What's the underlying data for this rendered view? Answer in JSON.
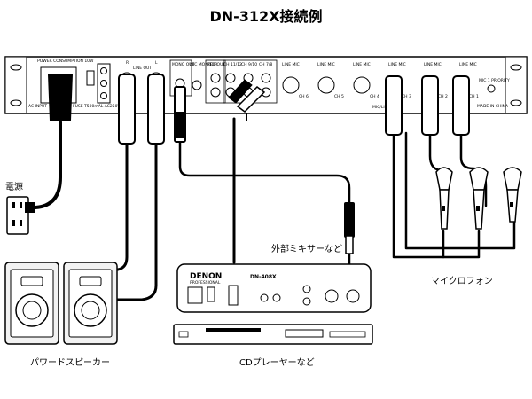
{
  "title": "DN-312X接続例",
  "labels": {
    "power": "電源",
    "external_mixer": "外部ミキサーなど",
    "microphones": "マイクロフォン",
    "powered_speakers": "パワードスピーカー",
    "cd_player": "CDプレーヤーなど"
  },
  "rack_panel": {
    "power_label": "POWER CONSUMPTION 10W",
    "ac_input": "AC INPUT",
    "fuse": "FUSE T500mAL AC250V",
    "line_out": "LINE OUT",
    "line_out_r": "R",
    "line_out_l": "L",
    "mono_out": "MONO OUT",
    "rec_out": "REC OUT",
    "mic_monitor": "MIC MONITOR",
    "ch_pairs": [
      "CH 11/12",
      "CH 9/10",
      "CH 7/8"
    ],
    "line_mic": "LINE  MIC",
    "channels": [
      "CH 6",
      "CH 5",
      "CH 4",
      "CH 3",
      "CH 2",
      "CH 1"
    ],
    "mic_line_in": "MIC/LINE IN",
    "mic1_priority": "MIC 1 PRIORITY",
    "made_in": "MADE IN CHINA"
  },
  "mixer": {
    "brand": "DENON",
    "sub": "PROFESSIONAL",
    "model": "DN-408X"
  },
  "colors": {
    "line": "#000000",
    "panel": "#ffffff",
    "speaker_fill": "#f2f2f2"
  }
}
